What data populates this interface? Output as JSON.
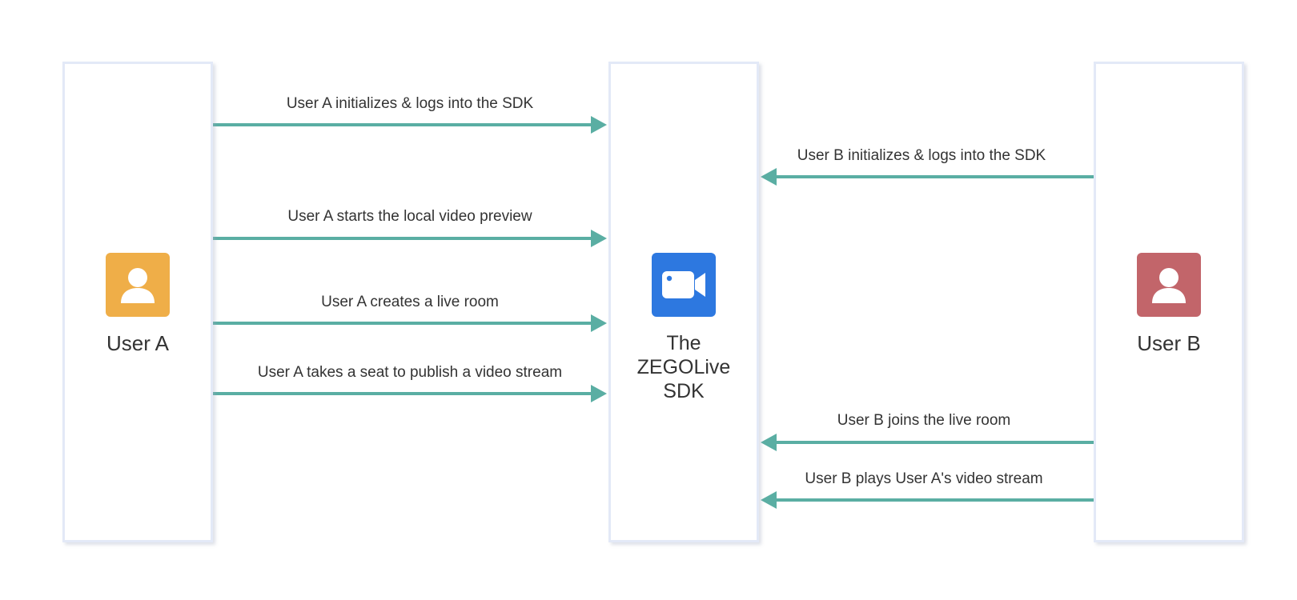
{
  "participants": {
    "user_a": {
      "label": "User A",
      "color": "#efae48",
      "icon": "user-icon"
    },
    "sdk": {
      "label_lines": [
        "The",
        "ZEGOLive",
        "SDK"
      ],
      "color": "#2d78e0",
      "icon": "video-camera-icon"
    },
    "user_b": {
      "label": "User B",
      "color": "#c2656a",
      "icon": "user-icon"
    }
  },
  "arrow_color": "#5aaea3",
  "messages": [
    {
      "text": "User A initializes & logs into the SDK",
      "from": "user_a",
      "to": "sdk"
    },
    {
      "text": "User B initializes & logs into the SDK",
      "from": "user_b",
      "to": "sdk"
    },
    {
      "text": "User A starts the local video preview",
      "from": "user_a",
      "to": "sdk"
    },
    {
      "text": "User A creates a live room",
      "from": "user_a",
      "to": "sdk"
    },
    {
      "text": "User A takes a seat to publish a video stream",
      "from": "user_a",
      "to": "sdk"
    },
    {
      "text": "User B joins the live room",
      "from": "user_b",
      "to": "sdk"
    },
    {
      "text": "User B plays User A's video stream",
      "from": "user_b",
      "to": "sdk"
    }
  ]
}
